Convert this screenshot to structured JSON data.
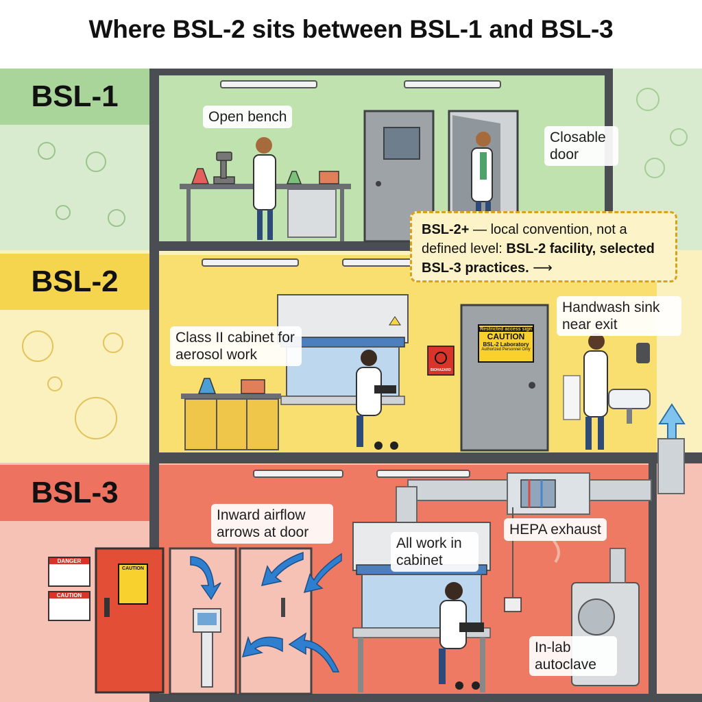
{
  "title": "Where BSL-2 sits between BSL-1 and BSL-3",
  "levels": {
    "bsl1": "BSL-1",
    "bsl2": "BSL-2",
    "bsl3": "BSL-3"
  },
  "labels": {
    "open_bench": "Open bench",
    "closable_door": "Closable door",
    "class_ii_cabinet": "Class II cabinet for aerosol work",
    "handwash_sink": "Handwash sink near exit",
    "inward_airflow": "Inward airflow arrows at door",
    "all_work_cabinet": "All work in cabinet",
    "hepa_exhaust": "HEPA exhaust",
    "in_lab_autoclave": "In-lab autoclave"
  },
  "note": {
    "part1": "BSL-2+",
    "part2": " — local convention, not a defined level: ",
    "part3": "BSL-2 facility, selected BSL-3 practices.",
    "arrow": " ⟶"
  },
  "signs": {
    "restricted": "Restricted access sign",
    "caution": "CAUTION",
    "bsl2_lab": "BSL-2 Laboratory",
    "authorized": "Authorized Personnel Only",
    "biohazard": "BIOHAZARD",
    "danger": "DANGER",
    "caution3": "CAUTION"
  },
  "colors": {
    "bsl1": "#a9d49a",
    "bsl2": "#f6d54e",
    "bsl3": "#ee7260",
    "arrow_blue": "#2f7fd0",
    "wall": "#4a4d52"
  }
}
